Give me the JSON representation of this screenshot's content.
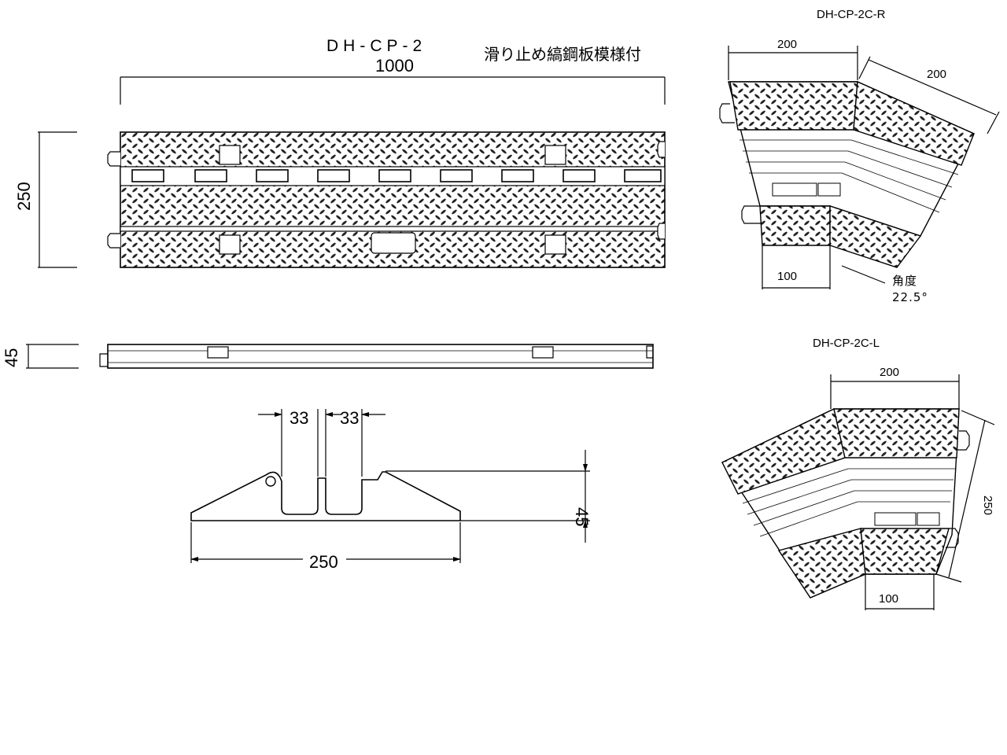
{
  "main_view": {
    "model": "DH-CP-2",
    "note": "滑り止め縞鋼板模様付",
    "length": "1000",
    "width": "250"
  },
  "side_view": {
    "height": "45"
  },
  "section_view": {
    "channel_left": "33",
    "channel_right": "33",
    "height": "45",
    "width": "250"
  },
  "corner_right": {
    "model": "DH-CP-2C-R",
    "dim_top": "200",
    "dim_diag": "200",
    "dim_bottom": "100",
    "angle_label": "角度",
    "angle_value": "22.5°"
  },
  "corner_left": {
    "model": "DH-CP-2C-L",
    "dim_top": "200",
    "dim_side": "250",
    "dim_bottom": "100"
  }
}
